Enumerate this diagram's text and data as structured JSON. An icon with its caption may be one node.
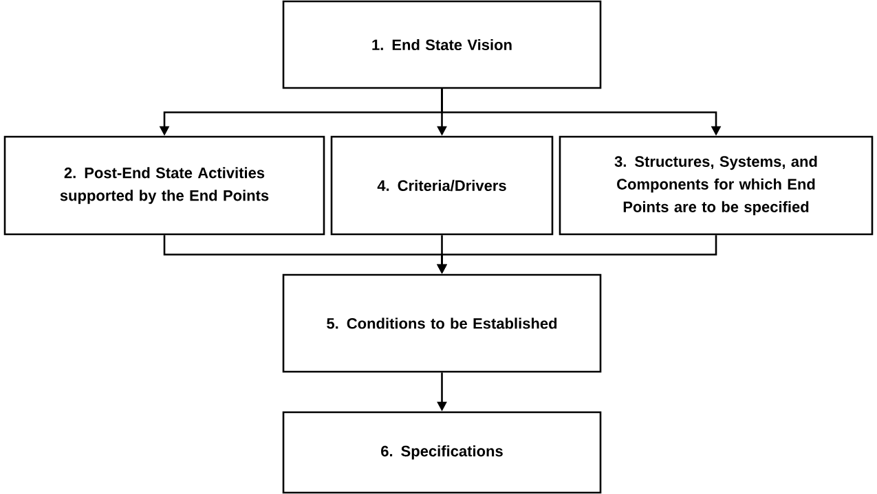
{
  "diagram": {
    "nodes": [
      {
        "text": [
          "1. End State Vision"
        ]
      },
      {
        "text": [
          "2. Post-End State Activities supported by the End Points"
        ]
      },
      {
        "text": [
          "4. Criteria/Drivers"
        ]
      },
      {
        "text": [
          "3. Structures, Systems, and Components for which End Points are to be specified"
        ]
      },
      {
        "text": [
          "5. Conditions to be Established"
        ]
      },
      {
        "text": [
          "6. Specifications"
        ]
      }
    ],
    "edges": [
      {
        "from": 0,
        "to": 1,
        "arrow": "to"
      },
      {
        "from": 0,
        "to": 2,
        "arrow": "to"
      },
      {
        "from": 0,
        "to": 3,
        "arrow": "to"
      },
      {
        "from": 1,
        "to": 4,
        "arrow": "to"
      },
      {
        "from": 2,
        "to": 4,
        "arrow": "to"
      },
      {
        "from": 3,
        "to": 4,
        "arrow": "to"
      },
      {
        "from": 4,
        "to": 5,
        "arrow": "to"
      }
    ]
  }
}
